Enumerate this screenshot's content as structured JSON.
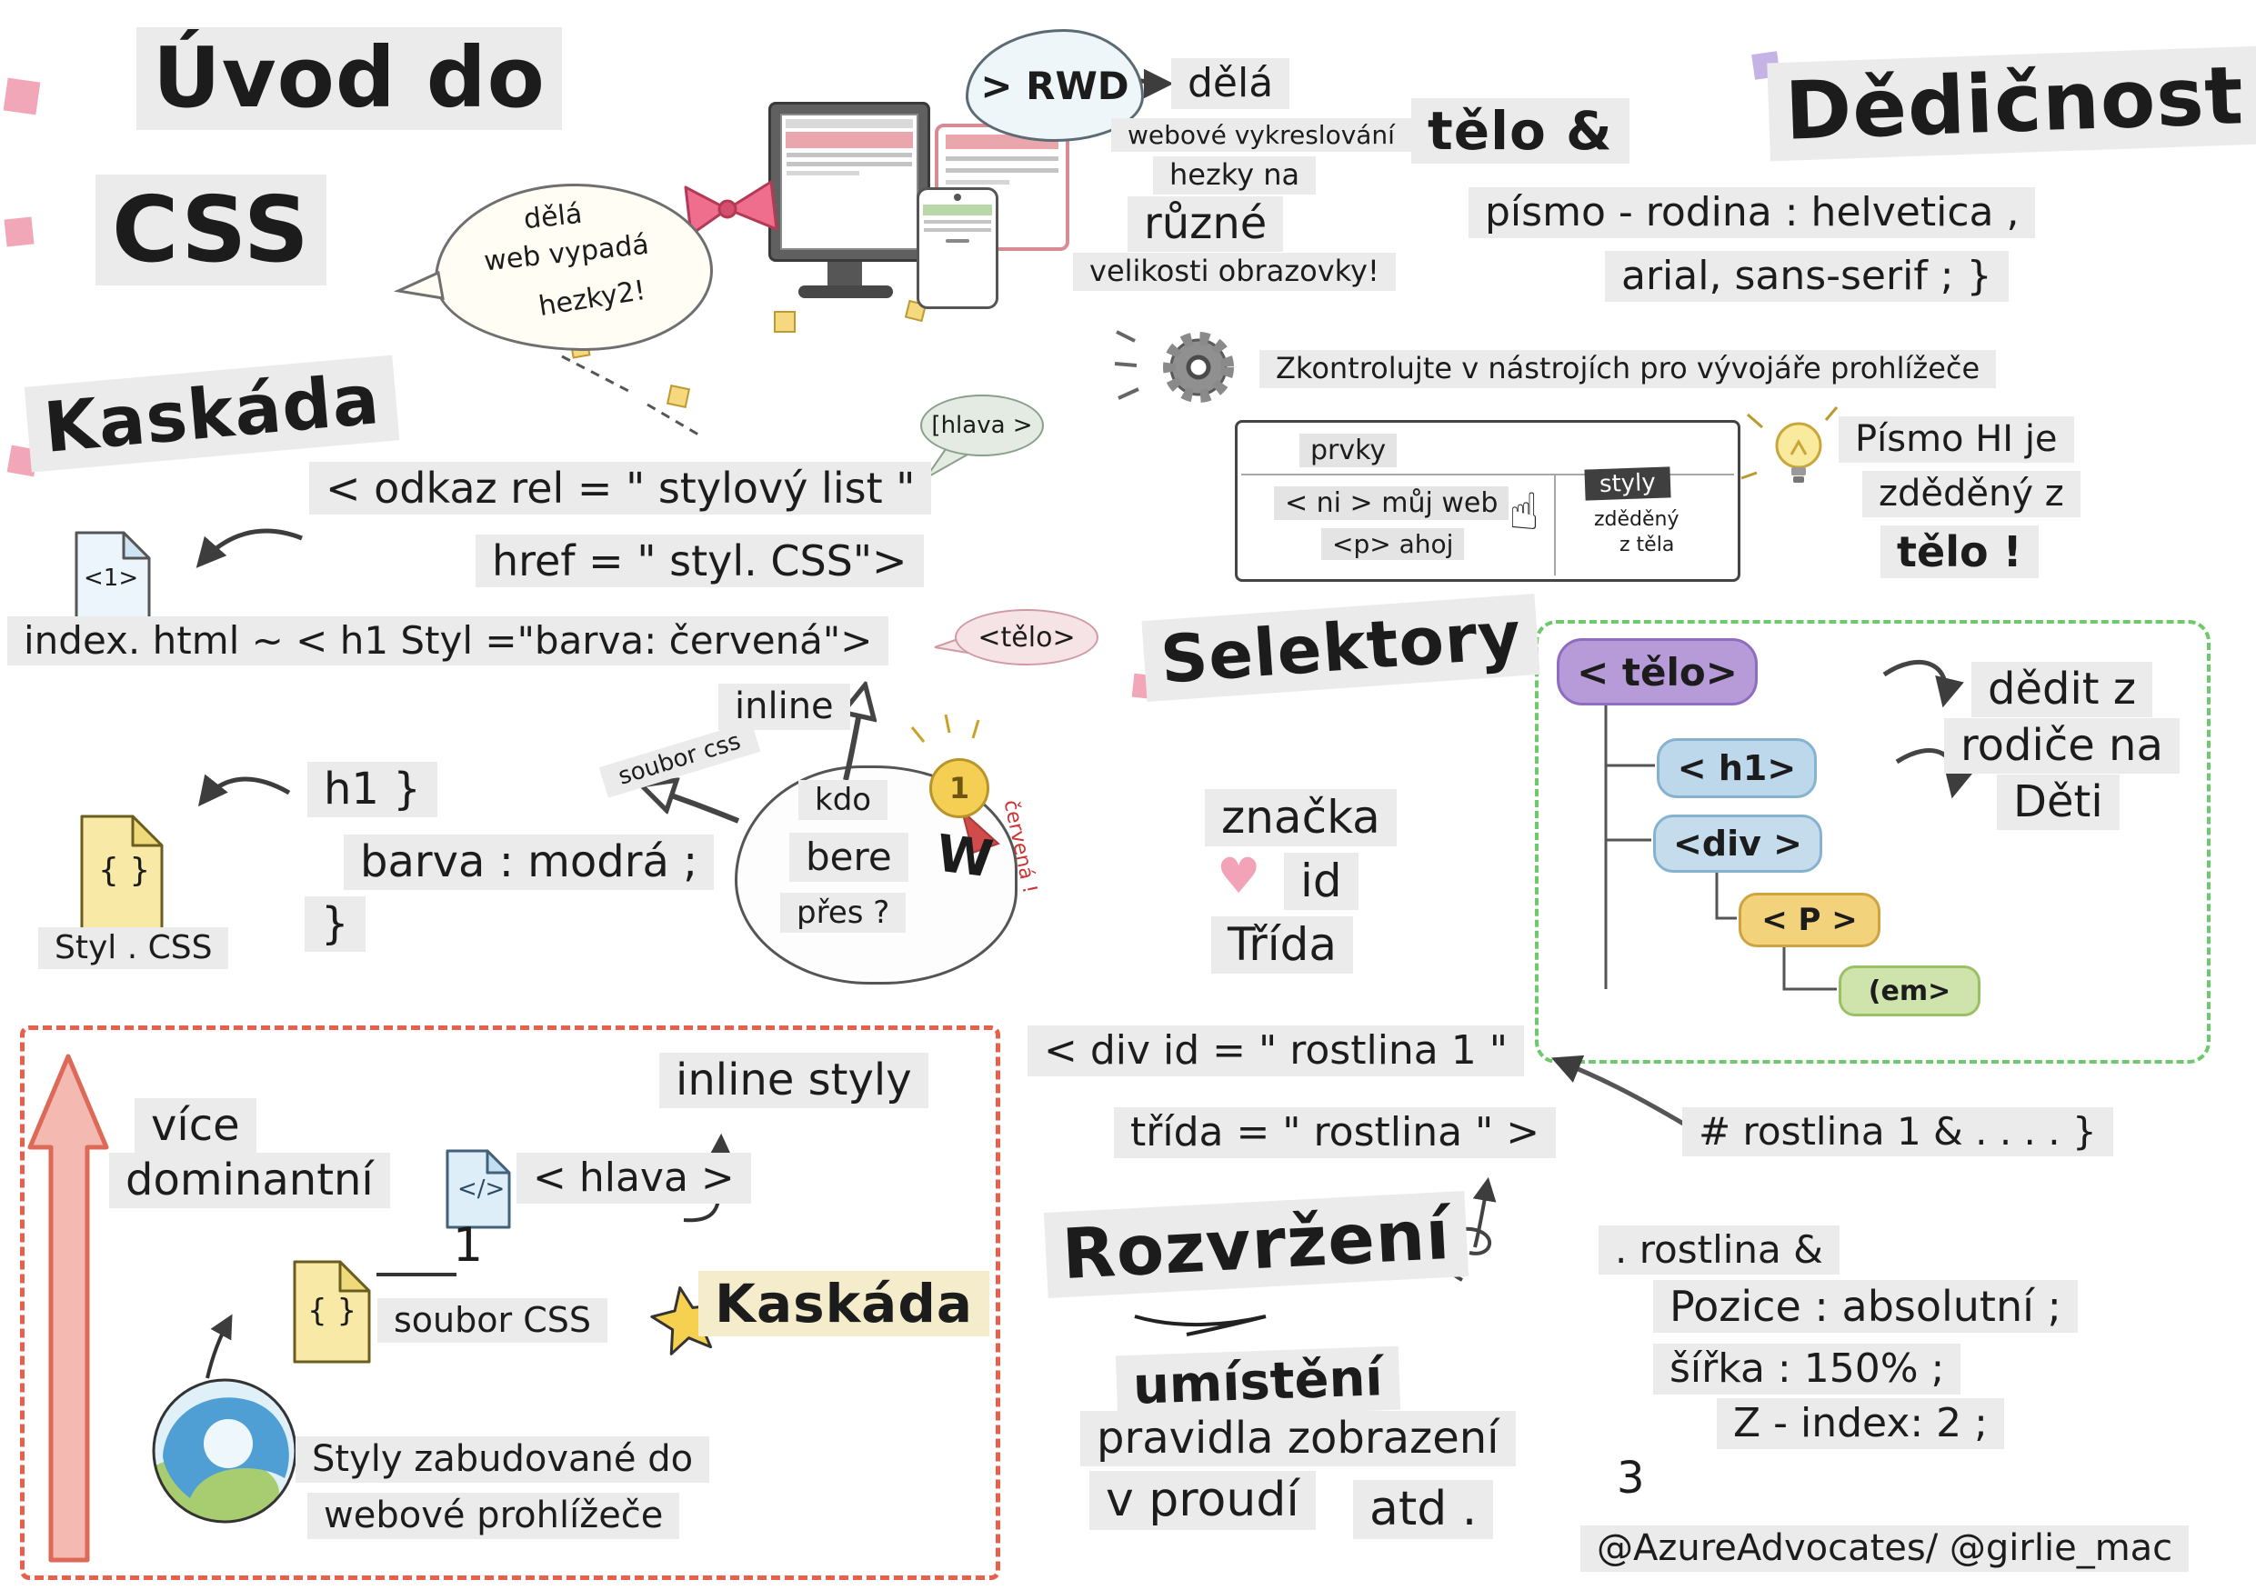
{
  "colors": {
    "highlight": "#ebebeb",
    "red_dashed": "#e8604c",
    "green_dashed": "#6cc96c",
    "pink_accent": "#f2a7b8",
    "yellow_accent": "#f6d97e"
  },
  "title": {
    "line1": "Úvod do",
    "line2": "CSS"
  },
  "bubble_web": {
    "l1": "dělá",
    "l2": "web vypadá",
    "l3": "hezky2!"
  },
  "rwd": {
    "cloud": "> RWD",
    "does": "dělá",
    "l1": "webové vykreslování",
    "l2": "hezky na",
    "l3": "různé",
    "l4": "velikosti obrazovky!"
  },
  "dedicnost": {
    "heading": "Dědičnost",
    "telo": "tělo &",
    "code1": "písmo - rodina : helvetica ,",
    "code2": "arial, sans-serif ; }"
  },
  "devtools": {
    "note": "Zkontrolujte v nástrojích pro vývojáře prohlížeče",
    "tab": "prvky",
    "row1": "< ni > můj web",
    "row2": "<p> ahoj",
    "styles_badge": "styly",
    "inherited1": "zděděný",
    "inherited2": "z těla",
    "tip1": "Písmo HI je",
    "tip2": "zděděný z",
    "tip3": "tělo !"
  },
  "kaskada": {
    "heading": "Kaskáda",
    "link1": "< odkaz rel = \" stylový list \"",
    "link2": "href = \" styl. CSS\">",
    "doc_label": "<1>",
    "hlava_bubble": "[hlava >",
    "index_line": "index. html ~ < h1 Styl =\"barva: červená\">",
    "telo_bubble": "<tělo>",
    "inline": "inline",
    "soubor_css": "soubor css",
    "blob": {
      "l1": "kdo",
      "l2": "bere",
      "l3": "přes ?",
      "w": "W",
      "medal": "1",
      "note": "červená !"
    },
    "h1": "h1 }",
    "barva": "barva : modrá ;",
    "brace": "}",
    "file_label": "{ }",
    "file_name": "Styl . CSS"
  },
  "selektory": {
    "heading": "Selektory",
    "items": [
      "značka",
      "id",
      "Třída"
    ],
    "div_code1": "< div id = \" rostlina 1 \"",
    "div_code2": "třída = \" rostlina \" >",
    "rule": "# rostlina 1 & . . . . }"
  },
  "tree": {
    "nodes": [
      "< tělo>",
      "< h1>",
      "<div >",
      "< P >",
      "(em>"
    ],
    "note1": "dědit z",
    "note2": "rodiče na",
    "note3": "Děti"
  },
  "cascade_box": {
    "more1": "více",
    "more2": "dominantní",
    "inline_styly": "inline styly",
    "hlava": "< hlava >",
    "one": "1",
    "file_code": "</>",
    "file_braces": "{ }",
    "soubor": "soubor CSS",
    "kaskada": "Kaskáda",
    "browser1": "Styly zabudované do",
    "browser2": "webové prohlížeče"
  },
  "rozvrzeni": {
    "heading": "Rozvržení",
    "umisteni": "umístění",
    "pravidla": "pravidla zobrazení",
    "proudi": "v proudí",
    "atd": "atd .",
    "selector": ". rostlina &",
    "pozice": "Pozice : absolutní ;",
    "sirka": "šířka : 150% ;",
    "zindex": "Z - index: 2 ;",
    "brace": "3"
  },
  "icons": {
    "heart": "♥",
    "hand": "☝"
  },
  "footer": "@AzureAdvocates/ @girlie_mac"
}
